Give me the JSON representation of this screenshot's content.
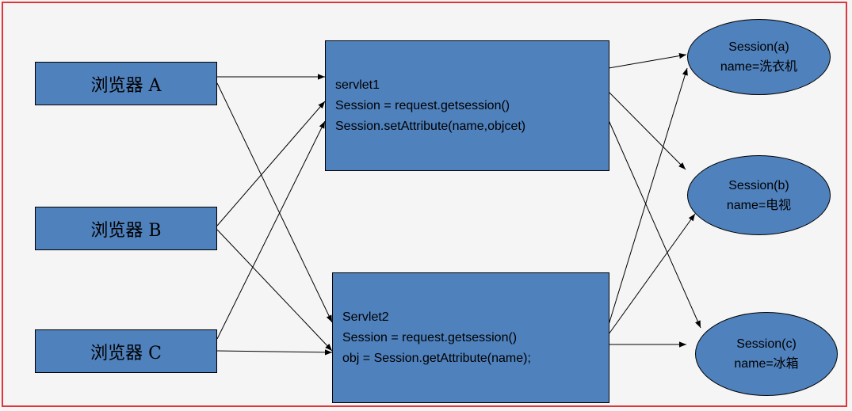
{
  "browsers": [
    {
      "label": "浏览器 A"
    },
    {
      "label": "浏览器 B"
    },
    {
      "label": "浏览器 C"
    }
  ],
  "servlets": [
    {
      "lines": [
        "servlet1",
        "Session = request.getsession()",
        "Session.setAttribute(name,objcet)"
      ]
    },
    {
      "lines": [
        "Servlet2",
        "Session = request.getsession()",
        "obj = Session.getAttribute(name);"
      ]
    }
  ],
  "sessions": [
    {
      "title": "Session(a)",
      "value": "name=洗衣机"
    },
    {
      "title": "Session(b)",
      "value": "name=电视"
    },
    {
      "title": "Session(c)",
      "value": "name=冰箱"
    }
  ],
  "colors": {
    "box_fill": "#4f81bd",
    "frame_border": "#e0363b",
    "background": "#f5f5f5"
  }
}
